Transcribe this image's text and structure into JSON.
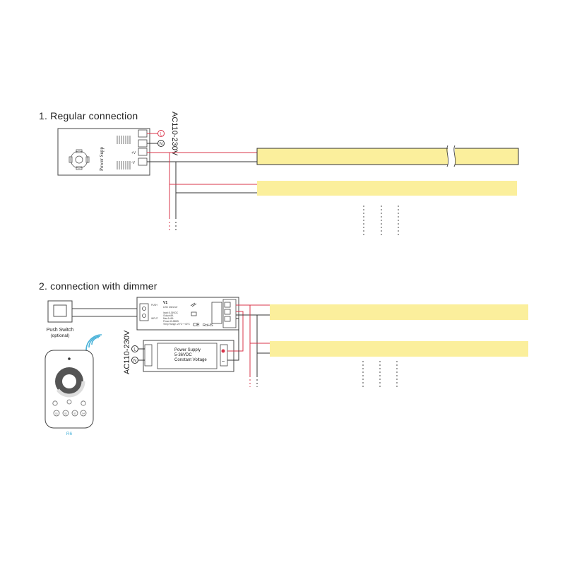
{
  "section1": {
    "title": "1. Regular connection",
    "ac_label": "AC110-230V",
    "power_supply_label": "Power  Supp",
    "terminal_l": "L",
    "terminal_n": "N"
  },
  "section2": {
    "title": "2. connection with dimmer",
    "ac_label": "AC110-230V",
    "push_switch_label": "Push Switch",
    "push_switch_note": "(optional)",
    "remote_label": "R6",
    "remote_keys": [
      "S1",
      "S2",
      "S3",
      "S4"
    ],
    "dimmer": {
      "model": "V1",
      "subtitle": "LED Dimmer",
      "spec_lines": [
        "Input:5-36VDC",
        "Output:8A",
        "Max:1×8A",
        "Pmax:40-288W"
      ],
      "specs_line_bottom": "Temp Range:-20°C~+40°C",
      "rohs": "RoHS",
      "ce": "CE",
      "push_tag": "PUSH",
      "input_tag": "INPUT"
    },
    "power_supply": {
      "line1": "Power Supply",
      "line2": "5-36VDC",
      "line3": "Constant Voltage"
    },
    "terminal_l": "L",
    "terminal_n": "N"
  },
  "colors": {
    "strip": "#fbef9c",
    "wire_red": "#d9344a",
    "wire_dark": "#333333",
    "outline": "#444444"
  }
}
